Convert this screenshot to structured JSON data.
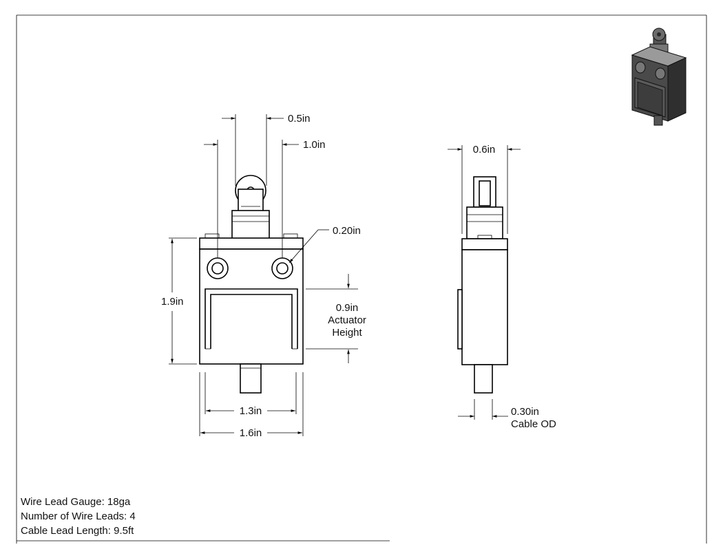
{
  "front_view": {
    "dim_roller_width": "0.5in",
    "dim_mount_spacing": "1.0in",
    "dim_hole_diameter": "0.20in",
    "dim_body_height": "1.9in",
    "dim_actuator_height_value": "0.9in",
    "dim_actuator_height_label_1": "Actuator",
    "dim_actuator_height_label_2": "Height",
    "dim_inner_width": "1.3in",
    "dim_body_width": "1.6in"
  },
  "side_view": {
    "dim_depth": "0.6in",
    "dim_cable_od_value": "0.30in",
    "dim_cable_od_label": "Cable OD"
  },
  "specs": [
    "Wire Lead Gauge: 18ga",
    "Number of Wire Leads: 4",
    "Cable Lead Length: 9.5ft"
  ],
  "colors": {
    "line": "#000000",
    "iso_dark": "#3a3a3a",
    "iso_mid": "#6b6b6b",
    "iso_light": "#9a9a9a"
  }
}
